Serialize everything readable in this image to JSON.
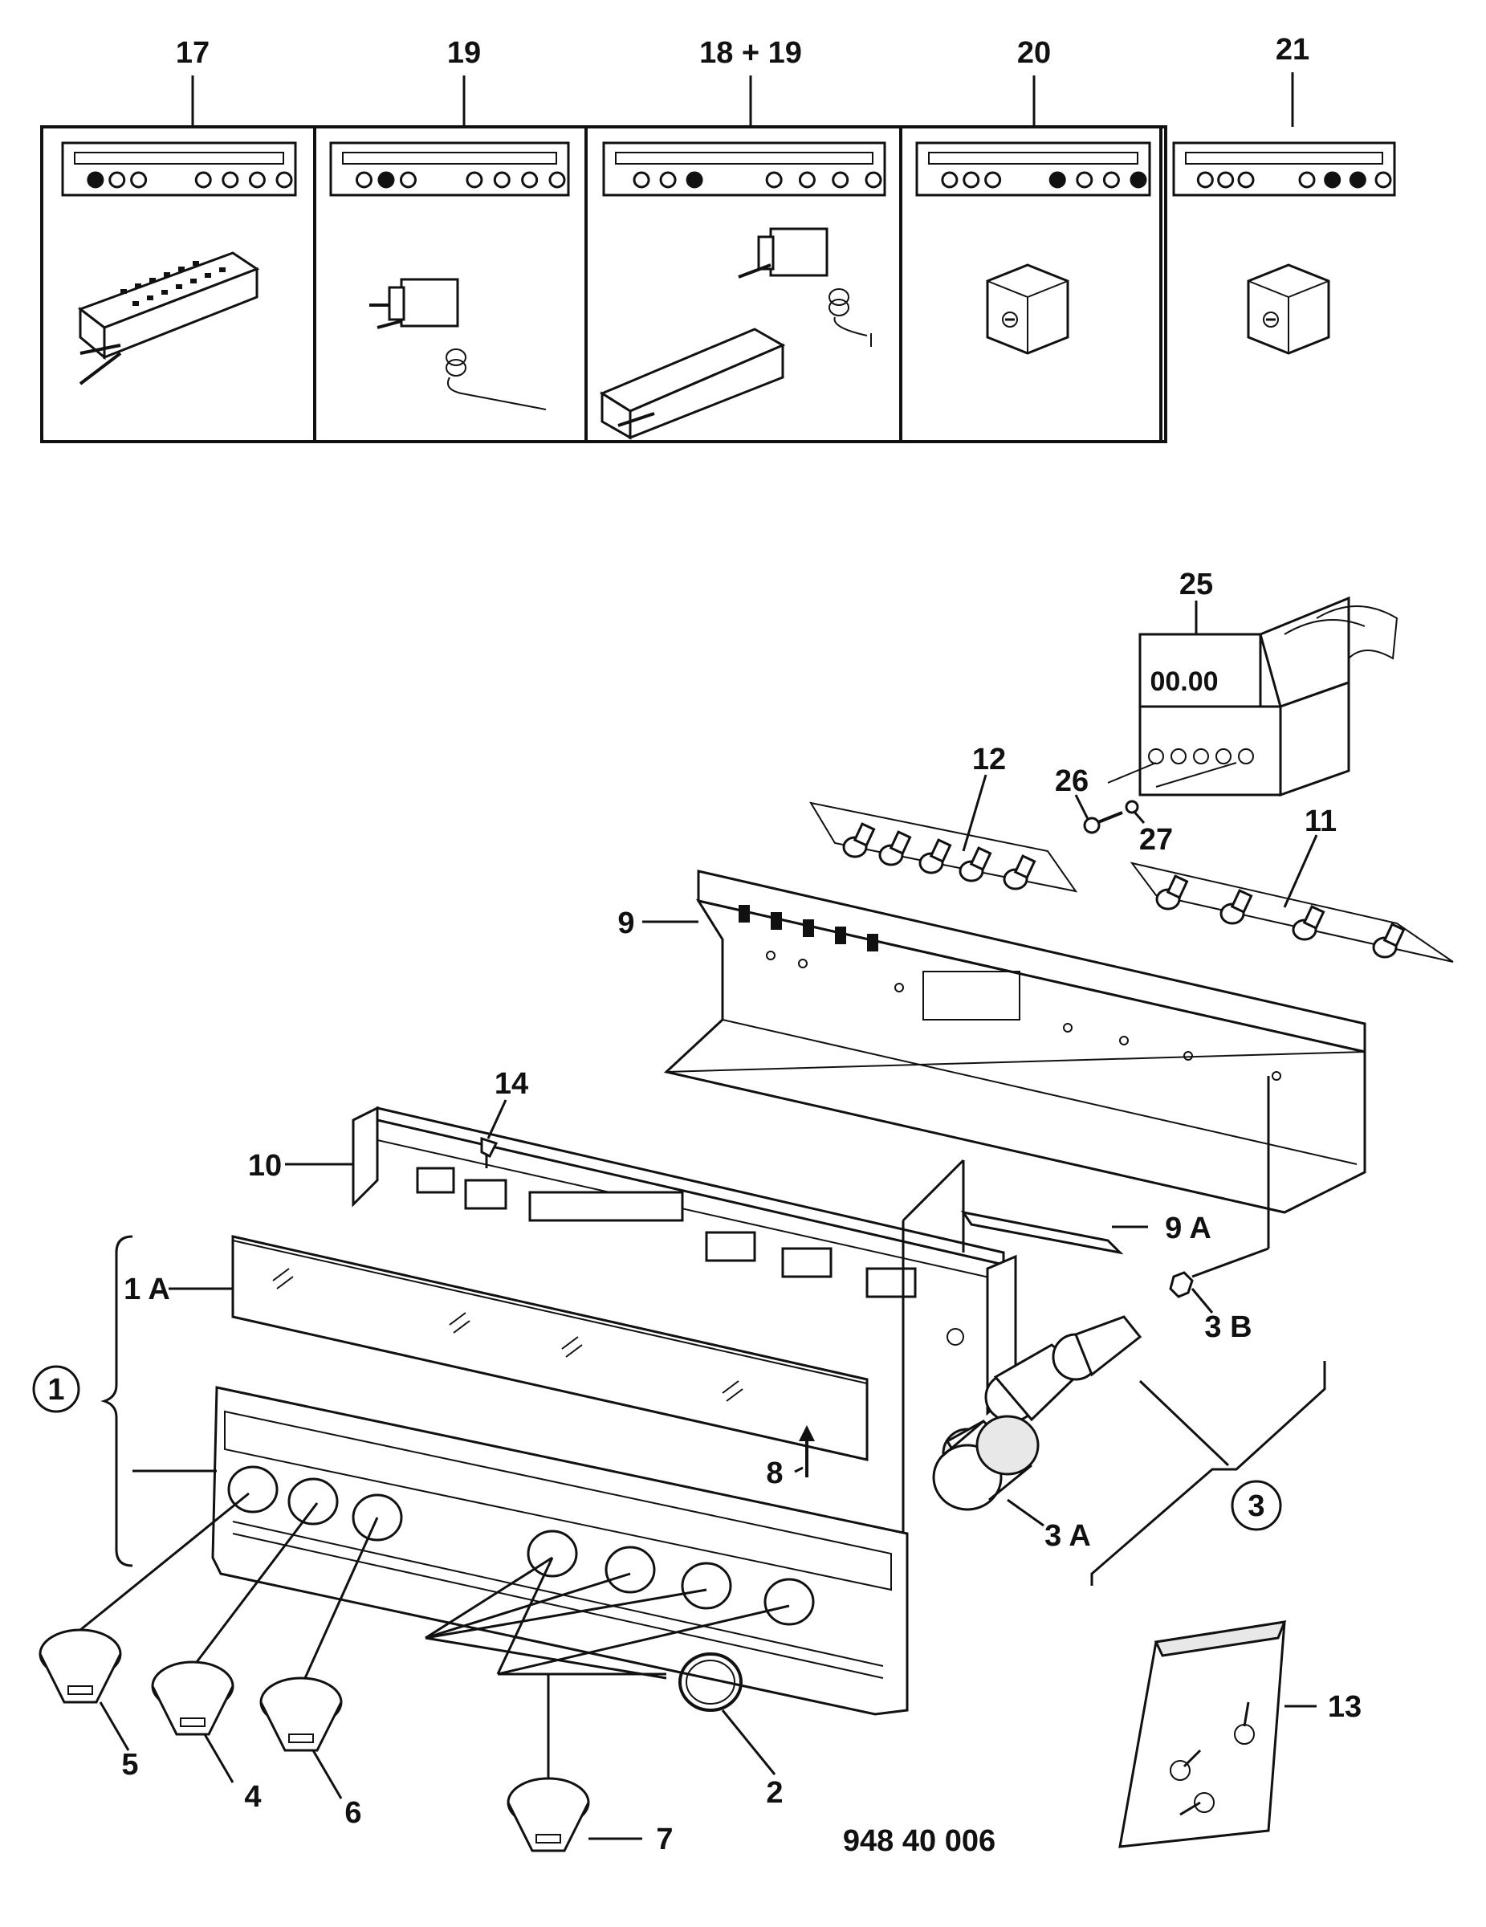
{
  "variant_panels": [
    {
      "label": "17",
      "indicators": [
        true,
        false,
        false,
        false,
        false,
        false,
        false
      ]
    },
    {
      "label": "19",
      "indicators": [
        false,
        true,
        false,
        false,
        false,
        false,
        false
      ]
    },
    {
      "label": "18 + 19",
      "indicators": [
        false,
        false,
        true,
        false,
        false,
        false,
        false
      ]
    },
    {
      "label": "20",
      "indicators": [
        false,
        false,
        false,
        true,
        false,
        false,
        true
      ]
    },
    {
      "label": "21",
      "indicators": [
        false,
        false,
        false,
        false,
        true,
        true,
        false
      ]
    }
  ],
  "callouts": {
    "c1": "1",
    "c1a": "1 A",
    "c2": "2",
    "c3": "3",
    "c3a": "3 A",
    "c3b": "3 B",
    "c4": "4",
    "c5": "5",
    "c6": "6",
    "c7": "7",
    "c8": "8",
    "c9": "9",
    "c9a": "9 A",
    "c10": "10",
    "c11": "11",
    "c12": "12",
    "c13": "13",
    "c14": "14",
    "c25": "25",
    "c26": "26",
    "c27": "27"
  },
  "clock_display": "00.00",
  "drawing_number": "948 40 006"
}
